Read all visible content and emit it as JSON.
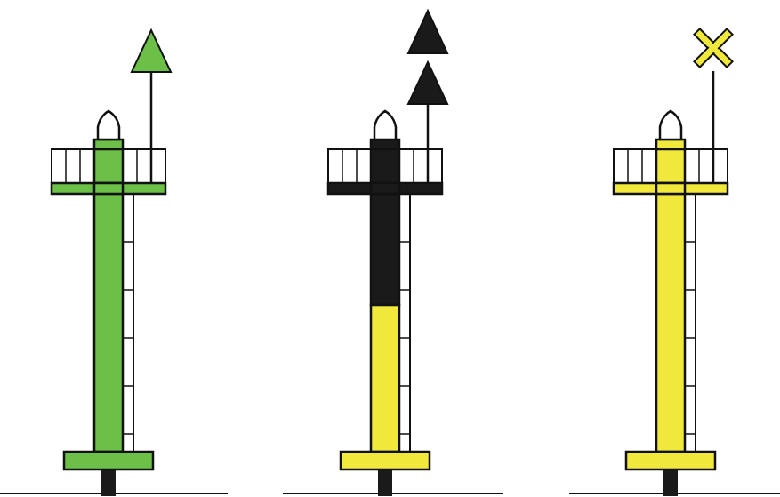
{
  "colors": {
    "green": "#6cbf47",
    "yellow": "#f0e83a",
    "black": "#1a1a1a",
    "outline": "#111111",
    "background": "#ffffff"
  },
  "beacons": [
    {
      "id": "starboard-green",
      "body_color": "green",
      "top_color": "green",
      "platform_color": "green",
      "base_color": "green",
      "topmark": "single-green-cone-up",
      "split_fraction": 1.0
    },
    {
      "id": "cardinal-north",
      "body_color": "black",
      "top_color": "black",
      "lower_color": "yellow",
      "platform_color": "black",
      "base_color": "yellow",
      "topmark": "two-black-cones-up",
      "split_fraction": 0.5
    },
    {
      "id": "special-yellow",
      "body_color": "yellow",
      "top_color": "yellow",
      "platform_color": "yellow",
      "base_color": "yellow",
      "topmark": "yellow-x-cross",
      "split_fraction": 1.0
    }
  ]
}
